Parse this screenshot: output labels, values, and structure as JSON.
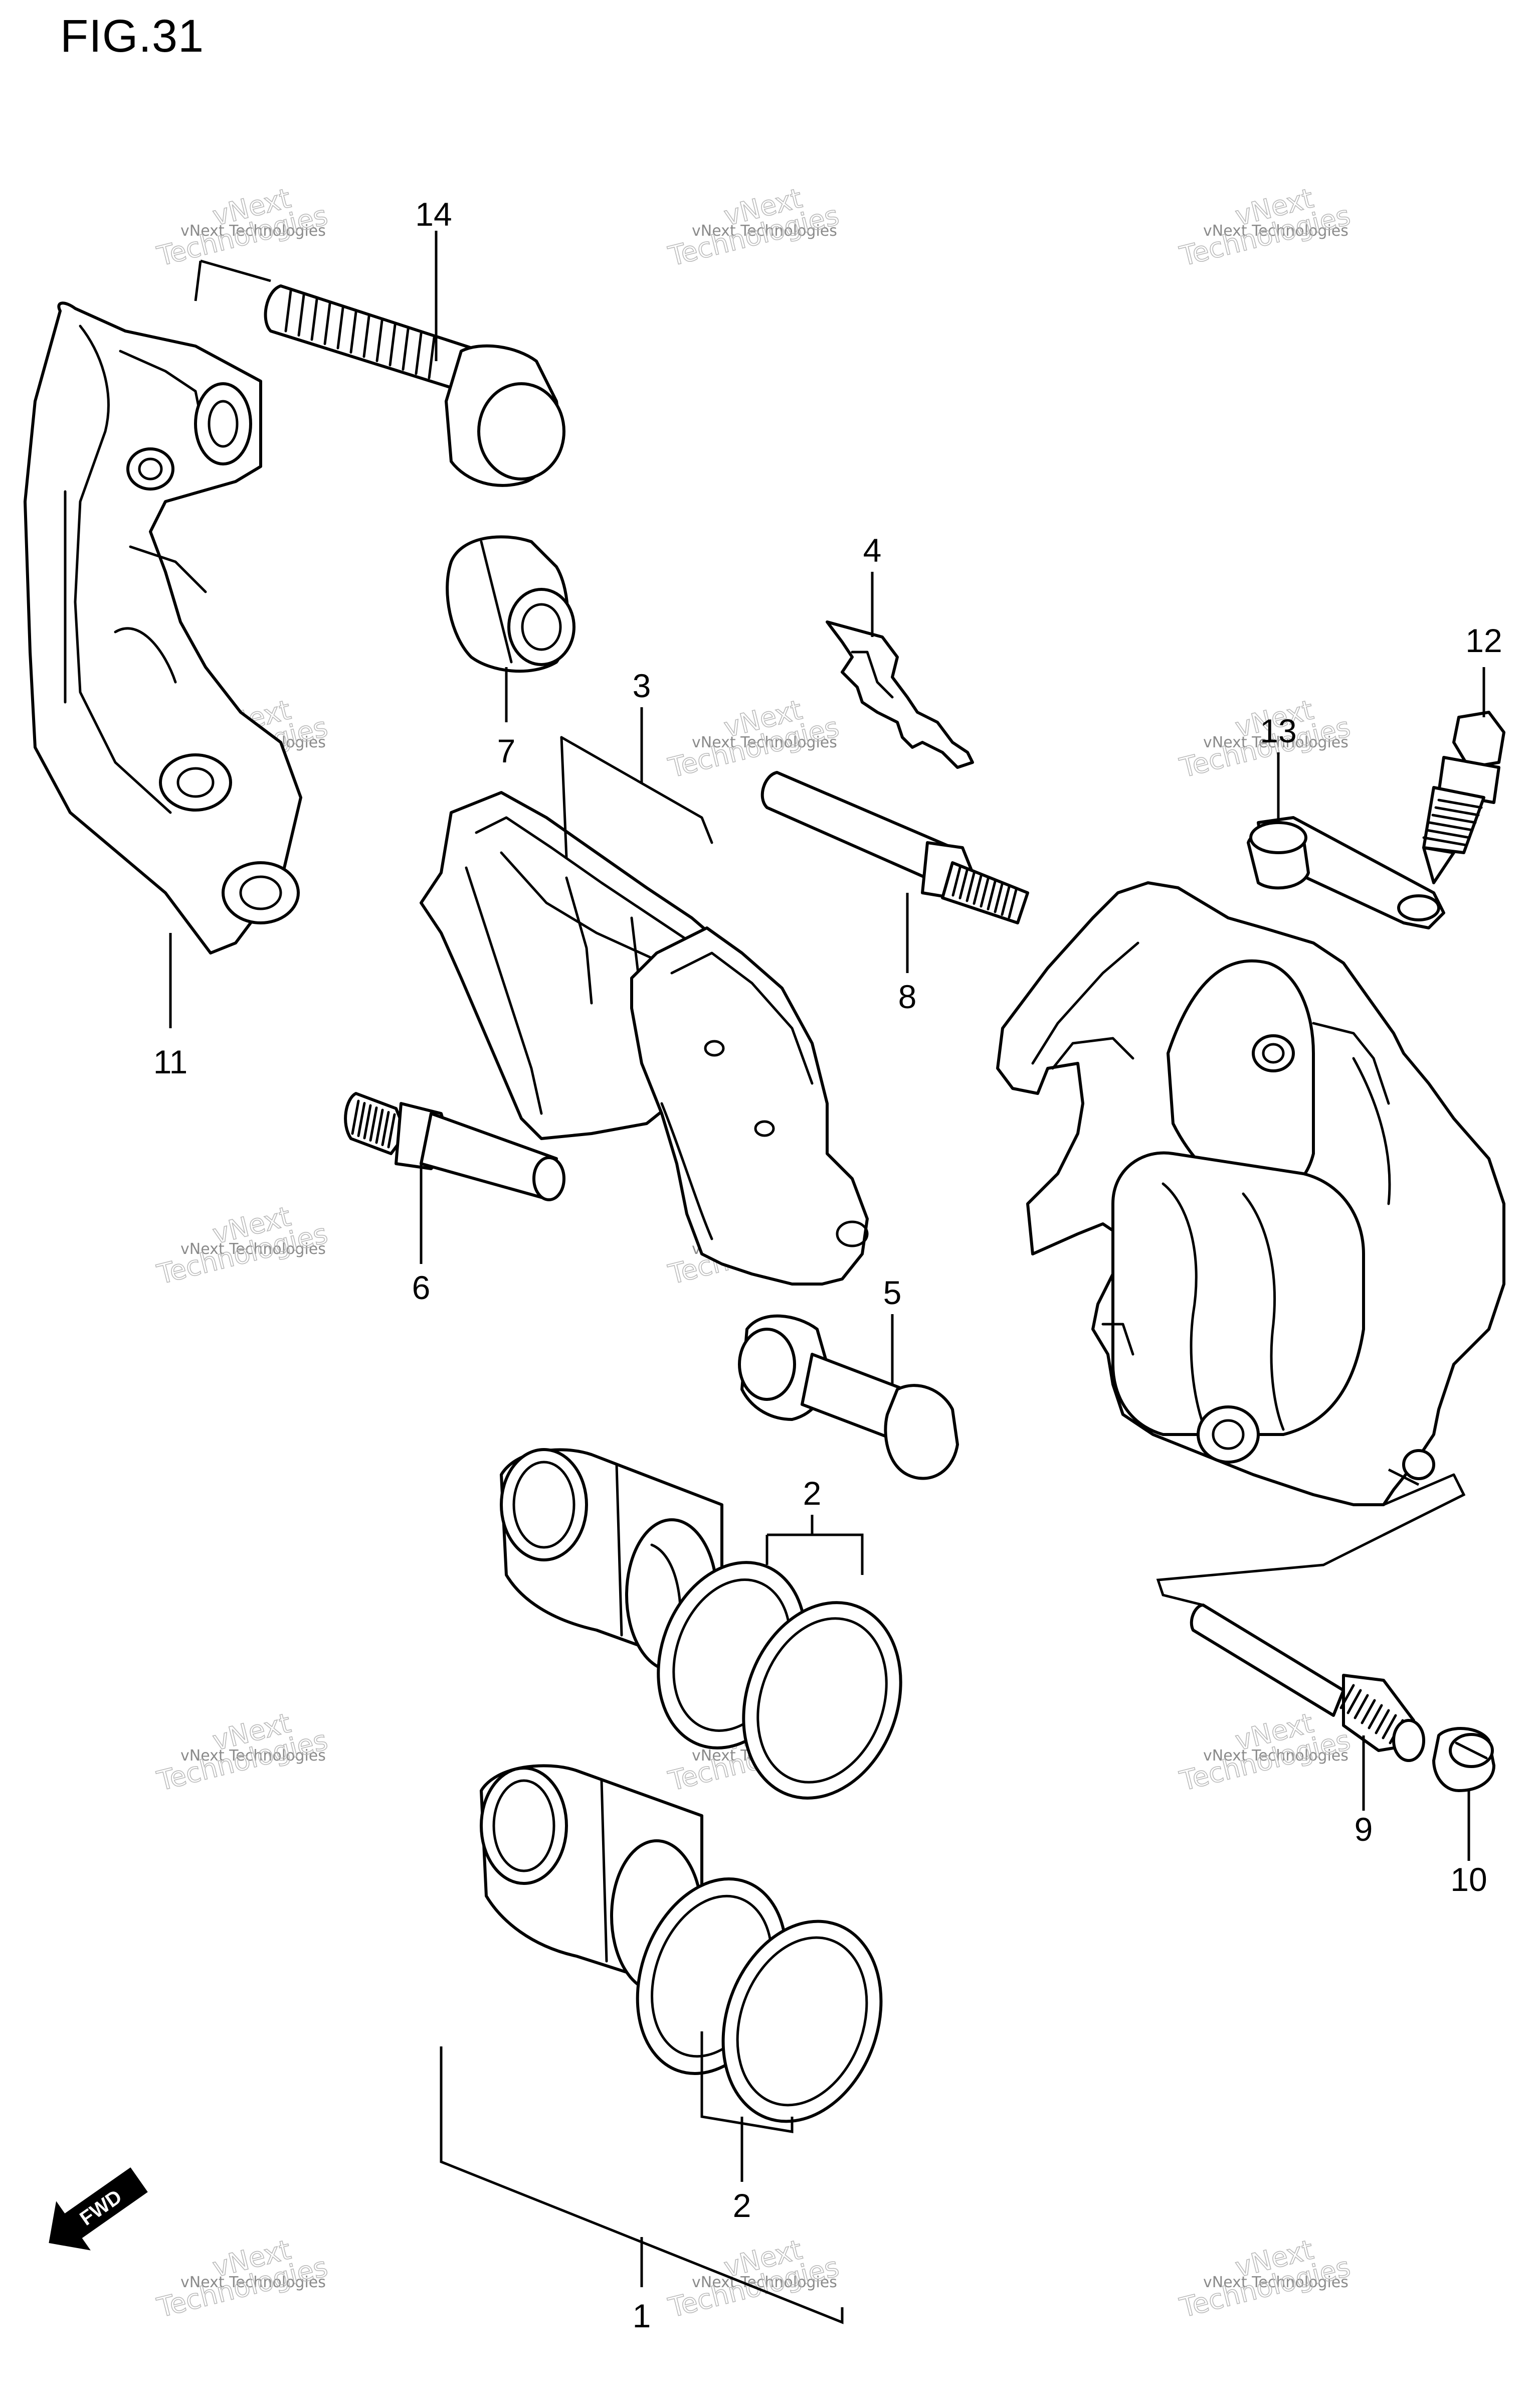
{
  "figure": {
    "title": "FIG.31"
  },
  "callouts": [
    {
      "id": "14",
      "label": "14"
    },
    {
      "id": "7",
      "label": "7"
    },
    {
      "id": "11",
      "label": "11"
    },
    {
      "id": "3",
      "label": "3"
    },
    {
      "id": "4",
      "label": "4"
    },
    {
      "id": "8",
      "label": "8"
    },
    {
      "id": "6",
      "label": "6"
    },
    {
      "id": "5",
      "label": "5"
    },
    {
      "id": "12",
      "label": "12"
    },
    {
      "id": "13",
      "label": "13"
    },
    {
      "id": "2a",
      "label": "2"
    },
    {
      "id": "9",
      "label": "9"
    },
    {
      "id": "10",
      "label": "10"
    },
    {
      "id": "2b",
      "label": "2"
    },
    {
      "id": "1",
      "label": "1"
    }
  ],
  "watermark": {
    "line1": "vNext Technologies",
    "line2": "vNext",
    "line3": "Technologies"
  },
  "fwd_badge": {
    "label": "FWD"
  }
}
